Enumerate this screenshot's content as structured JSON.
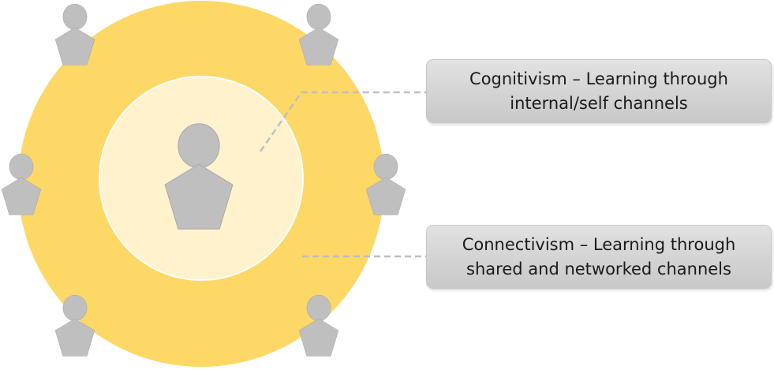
{
  "diagram": {
    "colors": {
      "outer_circle": "#fdd866",
      "inner_circle": "#fff2cc",
      "inner_circle_border": "#ffffff",
      "person": "#bfbfbf",
      "person_outline": "#a6a6a6",
      "connector": "#bfbfbf"
    },
    "icons": {
      "center": "person-icon",
      "outer": [
        "person-icon",
        "person-icon",
        "person-icon",
        "person-icon",
        "person-icon",
        "person-icon"
      ]
    },
    "callouts": [
      {
        "id": "cognitivism",
        "lines": [
          "Cognitivism – Learning through",
          "internal/self channels"
        ]
      },
      {
        "id": "connectivism",
        "lines": [
          "Connectivism – Learning through",
          "shared and networked channels"
        ]
      }
    ]
  }
}
